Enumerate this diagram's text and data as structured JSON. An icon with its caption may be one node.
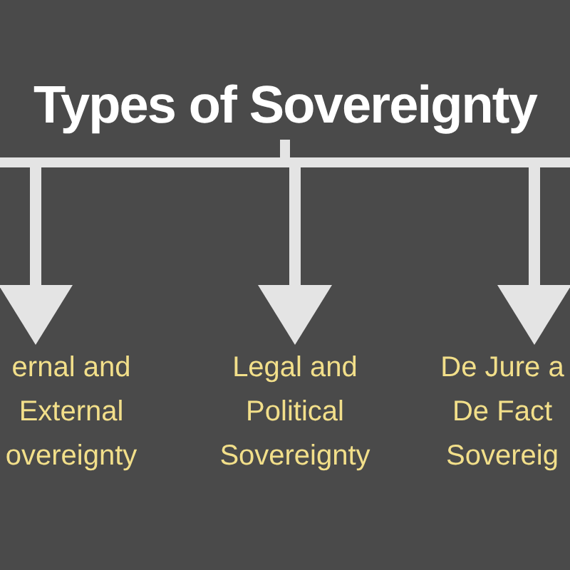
{
  "diagram": {
    "nodes": [
      {
        "text": [
          "Types of Sovereignty"
        ]
      },
      {
        "text": [
          "ernal and External overeignty"
        ]
      },
      {
        "text": [
          "Legal and Political Sovereignty"
        ]
      },
      {
        "text": [
          "De Jure a De Fact Sovereig"
        ]
      }
    ],
    "edges": [
      {
        "from": 0,
        "to": 1,
        "arrow": "to"
      },
      {
        "from": 0,
        "to": 2,
        "arrow": "to"
      },
      {
        "from": 0,
        "to": 3,
        "arrow": "to"
      }
    ]
  }
}
